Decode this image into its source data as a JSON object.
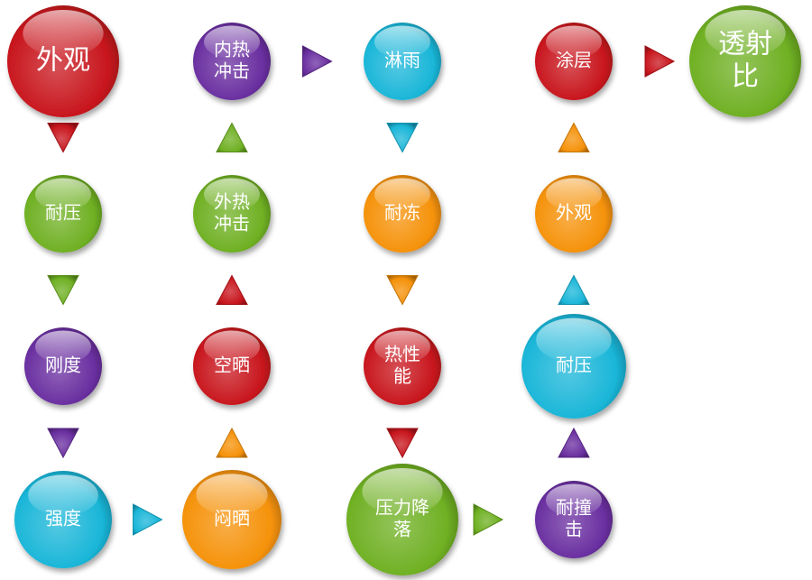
{
  "colors": {
    "red": "#c8161d",
    "purple": "#6a2fa0",
    "green": "#6fb023",
    "blue": "#1ab6d8",
    "orange": "#f5920a"
  },
  "nodes": [
    {
      "id": "n1",
      "lines": [
        "外观"
      ],
      "color": "red"
    },
    {
      "id": "n2",
      "lines": [
        "耐压"
      ],
      "color": "green"
    },
    {
      "id": "n3",
      "lines": [
        "刚度"
      ],
      "color": "purple"
    },
    {
      "id": "n4",
      "lines": [
        "强度"
      ],
      "color": "blue"
    },
    {
      "id": "n5",
      "lines": [
        "闷晒"
      ],
      "color": "orange"
    },
    {
      "id": "n6",
      "lines": [
        "空晒"
      ],
      "color": "red"
    },
    {
      "id": "n7",
      "lines": [
        "外热",
        "冲击"
      ],
      "color": "green"
    },
    {
      "id": "n8",
      "lines": [
        "内热",
        "冲击"
      ],
      "color": "purple"
    },
    {
      "id": "n9",
      "lines": [
        "淋雨"
      ],
      "color": "blue"
    },
    {
      "id": "n10",
      "lines": [
        "耐冻"
      ],
      "color": "orange"
    },
    {
      "id": "n11",
      "lines": [
        "热性",
        "能"
      ],
      "color": "red"
    },
    {
      "id": "n12",
      "lines": [
        "压力降",
        "落"
      ],
      "color": "green"
    },
    {
      "id": "n13",
      "lines": [
        "耐撞",
        "击"
      ],
      "color": "purple"
    },
    {
      "id": "n14",
      "lines": [
        "耐压"
      ],
      "color": "blue"
    },
    {
      "id": "n15",
      "lines": [
        "外观"
      ],
      "color": "orange"
    },
    {
      "id": "n16",
      "lines": [
        "涂层"
      ],
      "color": "red"
    },
    {
      "id": "n17",
      "lines": [
        "透射",
        "比"
      ],
      "color": "green"
    }
  ],
  "arrows": [
    {
      "from": "n1",
      "to": "n2",
      "color": "red"
    },
    {
      "from": "n2",
      "to": "n3",
      "color": "green"
    },
    {
      "from": "n3",
      "to": "n4",
      "color": "purple"
    },
    {
      "from": "n4",
      "to": "n5",
      "color": "blue"
    },
    {
      "from": "n5",
      "to": "n6",
      "color": "orange"
    },
    {
      "from": "n6",
      "to": "n7",
      "color": "red"
    },
    {
      "from": "n7",
      "to": "n8",
      "color": "green"
    },
    {
      "from": "n8",
      "to": "n9",
      "color": "purple"
    },
    {
      "from": "n9",
      "to": "n10",
      "color": "blue"
    },
    {
      "from": "n10",
      "to": "n11",
      "color": "orange"
    },
    {
      "from": "n11",
      "to": "n12",
      "color": "red"
    },
    {
      "from": "n12",
      "to": "n13",
      "color": "green"
    },
    {
      "from": "n13",
      "to": "n14",
      "color": "purple"
    },
    {
      "from": "n14",
      "to": "n15",
      "color": "blue"
    },
    {
      "from": "n15",
      "to": "n16",
      "color": "orange"
    },
    {
      "from": "n16",
      "to": "n17",
      "color": "red"
    }
  ]
}
